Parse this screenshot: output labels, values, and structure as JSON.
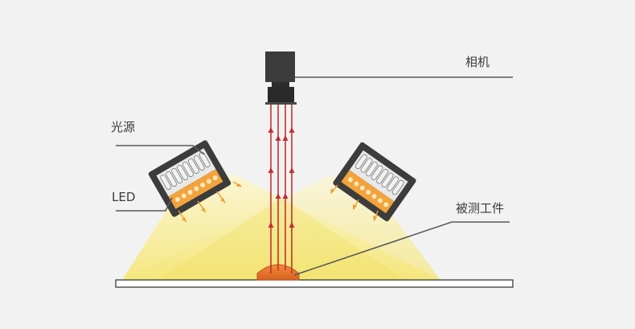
{
  "labels": {
    "camera": "相机",
    "light_source": "光源",
    "led": "LED",
    "workpiece": "被测工件"
  },
  "colors": {
    "background": "#f2f2f2",
    "light_beam": "#f6e98a",
    "ray": "#c0282c",
    "workpiece": "#ee7b32",
    "housing": "#3f3f3f",
    "led_strip": "#f3a33c",
    "leader_line": "#555555",
    "stage": "#ffffff"
  }
}
